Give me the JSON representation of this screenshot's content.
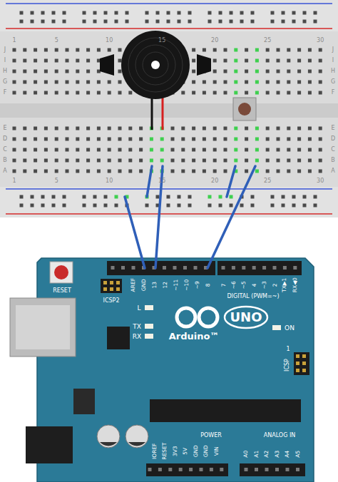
{
  "diagram": {
    "labels": [
      "1",
      "5",
      "10",
      "15",
      "20",
      "25",
      "30",
      "1",
      "5",
      "10",
      "15",
      "20",
      "25",
      "30",
      "J",
      "I",
      "H",
      "G",
      "F",
      "E",
      "D",
      "C",
      "B",
      "A",
      "J",
      "I",
      "H",
      "G",
      "F",
      "E",
      "D",
      "C",
      "B",
      "A",
      "AREF",
      "GND",
      "13",
      "12",
      "~11",
      "~10",
      "~9",
      "8",
      "7",
      "~6",
      "~5",
      "4",
      "~3",
      "2",
      "TX▶1",
      "RX◀0",
      "DIGITAL (PWM=~)",
      "RESET",
      "ICSP2",
      "L",
      "TX",
      "RX",
      "UNO",
      "Arduino™",
      "ON",
      "ICSP",
      "1",
      "IOREF",
      "RESET",
      "3V3",
      "5V",
      "GND",
      "GND",
      "VIN",
      "POWER",
      "A0",
      "A1",
      "A2",
      "A3",
      "A4",
      "A5",
      "ANALOG IN"
    ]
  }
}
